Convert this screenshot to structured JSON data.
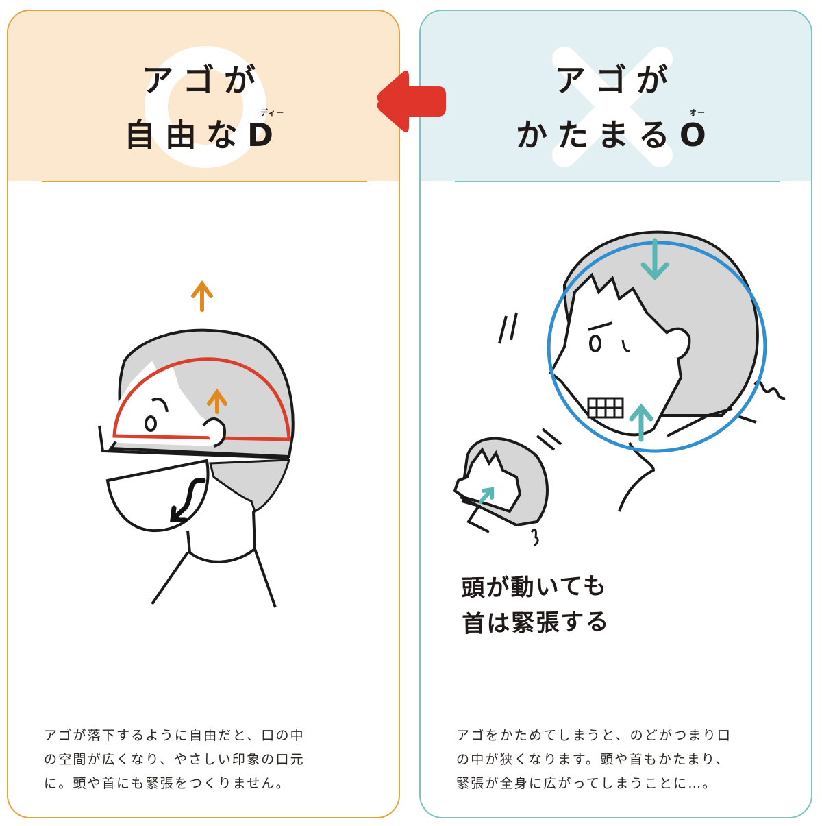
{
  "panels": {
    "good": {
      "mark": "circle-mark",
      "title_line1": "アゴが",
      "title_line2": "自由なD",
      "ruby": "ディー",
      "caption_lines": [
        "アゴが落下するように自由だと、口の中",
        "の空間が広くなり、やさしい印象の口元",
        "に。頭や首にも緊張をつくりません。"
      ],
      "illustration": {
        "shape": "half-circle (D) outline",
        "shape_color": "#d9402b",
        "arrow_color": "#e08a1e",
        "arrows": [
          "up-arrow-above-head",
          "up-arrow-inside-head"
        ],
        "jaw_arrow": "curved-down-arrow"
      },
      "colors": {
        "border": "#e3a23a",
        "header_bg": "#fbe8cf"
      }
    },
    "bad": {
      "mark": "x-mark",
      "title_line1": "アゴが",
      "title_line2": "かたまるO",
      "ruby": "オー",
      "caption_lines": [
        "アゴをかためてしまうと、のどがつまり口",
        "の中が狭くなります。頭や首もかたまり、",
        "緊張が全身に広がってしまうことに…。"
      ],
      "hand_note_lines": [
        "頭が動いても",
        "首は緊張する"
      ],
      "illustration": {
        "shape": "circle (O) outline",
        "shape_color": "#2f8fd0",
        "arrow_color": "#5ab5b3",
        "arrows": [
          "down-arrow-top",
          "up-arrow-chin",
          "arrow-small-face"
        ]
      },
      "colors": {
        "border": "#7cc4c2",
        "header_bg": "#e2f0f4"
      }
    }
  },
  "connector": {
    "direction": "left",
    "color": "#e0352b"
  }
}
